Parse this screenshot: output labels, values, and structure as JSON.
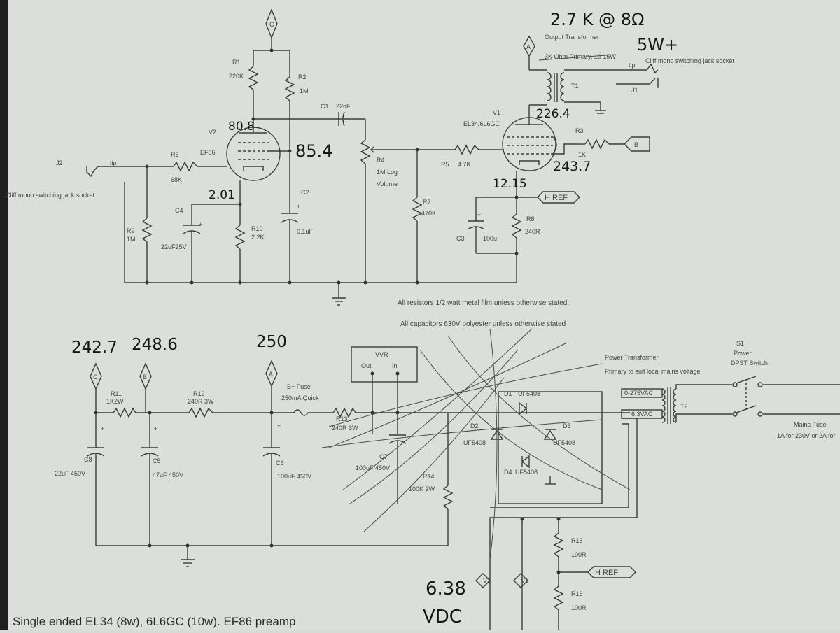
{
  "notes": {
    "resistors": "All resistors 1/2 watt metal film unless otherwise stated.",
    "capacitors": "All capacitors 630V polyester unless otherwise stated",
    "footer": "Single ended EL34 (8w), 6L6GC (10w). EF86 preamp"
  },
  "handwritten": {
    "impedance": "2.7 K @ 8Ω",
    "power": "5W+",
    "v_plate_v2": "80.8",
    "v_screen_v2": "85.4",
    "v_cathode_v2": "2.01",
    "v_plate_v1": "226.4",
    "v_screen_v1": "243.7",
    "v_cathode_v1": "12.15",
    "v_node_c": "242.7",
    "v_node_b": "248.6",
    "v_node_a": "250",
    "heater_v": "6.38",
    "heater_unit": "VDC"
  },
  "nodes": {
    "a": "A",
    "b": "B",
    "c": "C"
  },
  "preamp": {
    "j2": "J2",
    "tip": "tip",
    "j2_desc": "Cliff mono switching jack socket",
    "r1": "R1",
    "r1_val": "220K",
    "r2": "R2",
    "r2_val": "1M",
    "r6": "R6",
    "r6_val": "68K",
    "r9": "R9",
    "r9_val": "1M",
    "r10": "R10",
    "r10_val": "2.2K",
    "c1": "C1",
    "c1_val": "22nF",
    "c2": "C2",
    "c2_val": "0.1uF",
    "c4": "C4",
    "c4_val": "22uF25V",
    "v2": "V2",
    "v2_type": "EF86",
    "r4": "R4",
    "r4_val": "1M Log",
    "r4_desc": "Volume",
    "r7": "R7",
    "r7_val": "470K"
  },
  "output": {
    "v1": "V1",
    "v1_type": "EL34/6L6GC",
    "r5": "R5",
    "r5_val": "4.7K",
    "r3": "R3",
    "r3_val": "1K",
    "r8": "R8",
    "r8_val": "240R",
    "c3": "C3",
    "c3_val": "100u",
    "href": "H REF",
    "t1": "T1",
    "t1_title": "Output Transformer",
    "t1_sub": "3K Ohm Primary, 10 15W",
    "j1": "J1",
    "j1_tip": "tip",
    "j1_desc": "Cliff mono switching jack socket"
  },
  "psu": {
    "r11": "R11",
    "r11_val": "1K2W",
    "r12": "R12",
    "r12_val": "240R 3W",
    "r13": "R13",
    "r13_val": "240R 3W",
    "r14": "R14",
    "r14_val": "100K 2W",
    "c8": "C8",
    "c8_val": "22uF 450V",
    "c5": "C5",
    "c5_val": "47uF 450V",
    "c6": "C6",
    "c6_val": "100uF 450V",
    "c7": "C7",
    "c7_val": "100uF 450V",
    "fuse": "B+ Fuse",
    "fuse_val": "250mA Quick",
    "vvr": "VVR",
    "vvr_out": "Out",
    "vvr_in": "In",
    "d1": "D1",
    "d1_val": "UF5408",
    "d2": "D2",
    "d2_val": "UF5408",
    "d3": "D3",
    "d3_val": "UF5408",
    "d4": "D4",
    "d4_val": "UF5408",
    "t2": "T2",
    "t2_title": "Power Transformer",
    "t2_sub": "Primary to suit local mains voltage",
    "t2_hv": "0-275VAC",
    "t2_lv": "6.3VAC",
    "s1": "S1",
    "s1_l1": "Power",
    "s1_l2": "DPST Switch",
    "mains_fuse": "Mains Fuse",
    "mains_fuse_val": "1A for 230V or 2A for",
    "r15": "R15",
    "r15_val": "100R",
    "r16": "R16",
    "r16_val": "100R",
    "href": "H REF",
    "v2": "V2",
    "v1": "V1"
  },
  "colors": {
    "paper": "#d9dbd9",
    "ink": "#3c3c3c",
    "pen": "#161616"
  }
}
